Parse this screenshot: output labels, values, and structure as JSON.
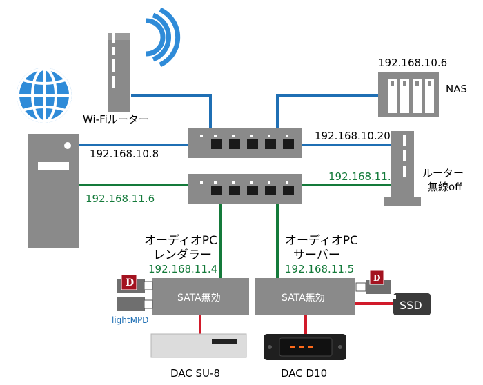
{
  "devices": {
    "wifi_router_label": "Wi-Fiルーター",
    "nas_ip": "192.168.10.6",
    "nas_label": "NAS",
    "router_off_ip_upper": "192.168.10.201",
    "router_off_ip_lower": "192.168.11.1",
    "router_off_label_1": "ルーター",
    "router_off_label_2": "無線off",
    "pc_ip_upper": "192.168.10.8",
    "pc_ip_lower": "192.168.11.6",
    "renderer_title_1": "オーディオPC",
    "renderer_title_2": "レンダラー",
    "renderer_ip": "192.168.11.4",
    "server_title_1": "オーディオPC",
    "server_title_2": "サーバー",
    "server_ip": "192.168.11.5",
    "renderer_box_label": "SATA無効",
    "server_box_label": "SATA無効",
    "lightmpd_label": "lightMPD",
    "ssd_label": "SSD",
    "dac_left_label": "DAC SU-8",
    "dac_right_label": "DAC D10"
  },
  "colors": {
    "upper_net": "#1f6fb4",
    "lower_net": "#147a3a",
    "usb": "#d11a2a",
    "box": "#8a8a8a"
  }
}
